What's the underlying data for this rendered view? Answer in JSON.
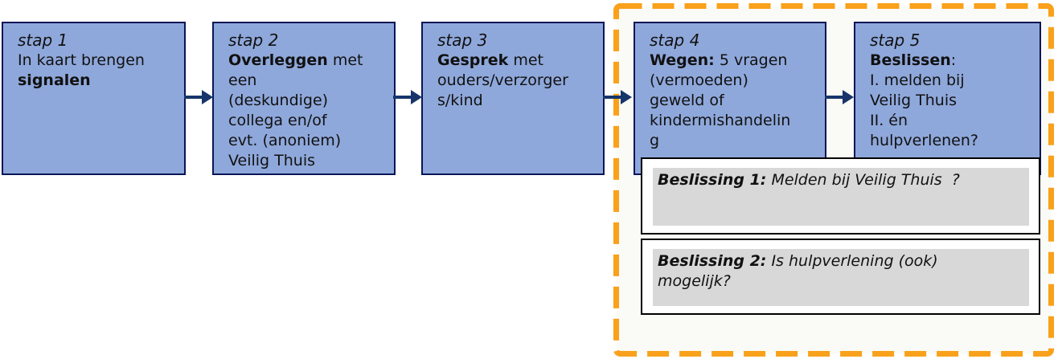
{
  "colors": {
    "box-fill": "#8FA8DB",
    "box-border": "#0A1556",
    "arrow": "#17356B",
    "dash": "#F9A11B",
    "dash-bg": "#FAFAF6",
    "panel-gray": "#D8D8D8",
    "white-box-border": "#000000",
    "text": "#111111"
  },
  "icons": {
    "flow_arrow": "right-arrow connector"
  },
  "steps": [
    {
      "title": "stap 1",
      "lines": [
        {
          "b": "",
          "r": "In kaart brengen"
        },
        {
          "b": "signalen",
          "r": ""
        }
      ]
    },
    {
      "title": "stap 2",
      "lines": [
        {
          "b": "Overleggen",
          "r": " met"
        },
        {
          "b": "",
          "r": "een"
        },
        {
          "b": "",
          "r": "(deskundige)"
        },
        {
          "b": "",
          "r": "collega en/of"
        },
        {
          "b": "",
          "r": "evt. (anoniem)"
        },
        {
          "b": "",
          "r": "Veilig Thuis"
        }
      ]
    },
    {
      "title": "stap 3",
      "lines": [
        {
          "b": "Gesprek",
          "r": " met"
        },
        {
          "b": "",
          "r": "ouders/verzorger"
        },
        {
          "b": "",
          "r": "s/kind"
        }
      ]
    },
    {
      "title": "stap 4",
      "lines": [
        {
          "b": "Wegen:",
          "r": " 5 vragen"
        },
        {
          "b": "",
          "r": "(vermoeden)"
        },
        {
          "b": "",
          "r": "geweld of"
        },
        {
          "b": "",
          "r": "kindermishandelin"
        },
        {
          "b": "",
          "r": "g"
        }
      ]
    },
    {
      "title": "stap 5",
      "lines": [
        {
          "b": "Beslissen",
          "r": ":"
        },
        {
          "b": "",
          "r": "I. melden bij"
        },
        {
          "b": "",
          "r": "Veilig Thuis"
        },
        {
          "b": "",
          "r": "II. én"
        },
        {
          "b": "",
          "r": "hulpverlenen?"
        }
      ]
    }
  ],
  "decisions": [
    {
      "label": "Beslissing 1:",
      "line1": " Melden bij Veilig Thuis  ?",
      "line2": ""
    },
    {
      "label": "Beslissing 2:",
      "line1": " Is hulpverlening (ook)",
      "line2": "mogelijk?"
    }
  ]
}
